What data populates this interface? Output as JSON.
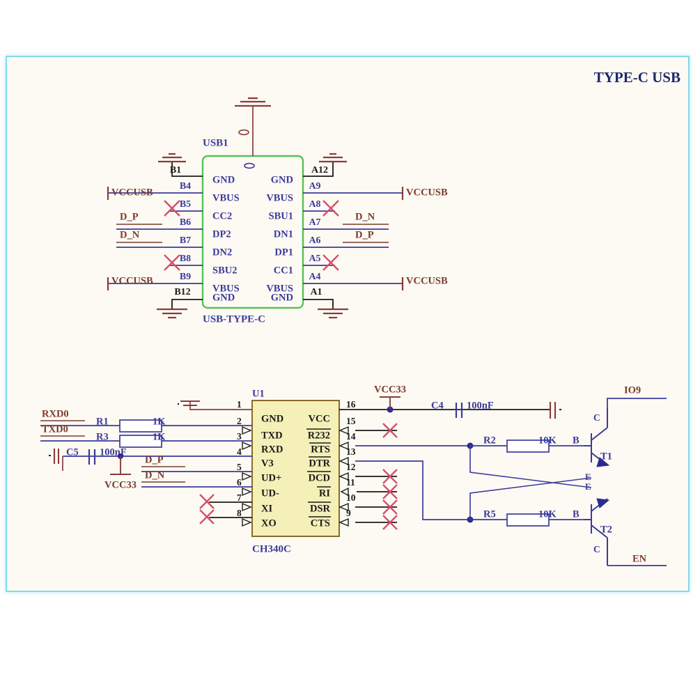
{
  "sheet": {
    "title": "TYPE-C USB",
    "background": "#fdfaf3",
    "border_color": "#7fdbe8",
    "title_color": "#1b2a6b"
  },
  "colors": {
    "wire_blue": "#3a3a9c",
    "wire_black": "#1a1a1a",
    "wire_maroon": "#8b3a3a",
    "pin_label": "#3a3a9c",
    "net_label": "#7a3b2e",
    "ic_fill": "#f5f0b8",
    "ic_stroke": "#8a6a2a",
    "conn_stroke": "#56c156",
    "conn_fill": "#fdfaf3",
    "nc_cross": "#d4506a",
    "res_stroke": "#3a3a9c",
    "res_fill": "#ffffff",
    "junction": "#2b2b8f"
  },
  "usb_connector": {
    "refdes": "USB1",
    "part": "USB-TYPE-C",
    "shield_net": "GND",
    "left_rows": [
      {
        "pin": "B1",
        "name": "GND",
        "net": "GND",
        "nc": false,
        "style": "gnd-top"
      },
      {
        "pin": "B4",
        "name": "VBUS",
        "net": "VCCUSB",
        "nc": false,
        "style": "net"
      },
      {
        "pin": "B5",
        "name": "CC2",
        "net": "",
        "nc": true,
        "style": "nc"
      },
      {
        "pin": "B6",
        "name": "DP2",
        "net": "D_P",
        "nc": false,
        "style": "net"
      },
      {
        "pin": "B7",
        "name": "DN2",
        "net": "D_N",
        "nc": false,
        "style": "net"
      },
      {
        "pin": "B8",
        "name": "SBU2",
        "net": "",
        "nc": true,
        "style": "nc"
      },
      {
        "pin": "B9",
        "name": "VBUS",
        "net": "VCCUSB",
        "nc": false,
        "style": "net"
      },
      {
        "pin": "B12",
        "name": "GND",
        "net": "GND",
        "nc": false,
        "style": "gnd-bot"
      }
    ],
    "right_rows": [
      {
        "pin": "A12",
        "name": "GND",
        "net": "GND",
        "nc": false,
        "style": "gnd-top"
      },
      {
        "pin": "A9",
        "name": "VBUS",
        "net": "VCCUSB",
        "nc": false,
        "style": "net"
      },
      {
        "pin": "A8",
        "name": "SBU1",
        "net": "",
        "nc": true,
        "style": "nc"
      },
      {
        "pin": "A7",
        "name": "DN1",
        "net": "D_N",
        "nc": false,
        "style": "net"
      },
      {
        "pin": "A6",
        "name": "DP1",
        "net": "D_P",
        "nc": false,
        "style": "net"
      },
      {
        "pin": "A5",
        "name": "CC1",
        "net": "",
        "nc": true,
        "style": "nc"
      },
      {
        "pin": "A4",
        "name": "VBUS",
        "net": "VCCUSB",
        "nc": false,
        "style": "net"
      },
      {
        "pin": "A1",
        "name": "GND",
        "net": "GND",
        "nc": false,
        "style": "gnd-bot"
      }
    ]
  },
  "ch340": {
    "refdes": "U1",
    "part": "CH340C",
    "left_pins": [
      {
        "num": "1",
        "name": "GND",
        "arrow": false
      },
      {
        "num": "2",
        "name": "TXD",
        "arrow": true
      },
      {
        "num": "3",
        "name": "RXD",
        "arrow": true
      },
      {
        "num": "4",
        "name": "V3",
        "arrow": false
      },
      {
        "num": "5",
        "name": "UD+",
        "arrow": true
      },
      {
        "num": "6",
        "name": "UD-",
        "arrow": true
      },
      {
        "num": "7",
        "name": "XI",
        "arrow": true
      },
      {
        "num": "8",
        "name": "XO",
        "arrow": true
      }
    ],
    "right_pins": [
      {
        "num": "16",
        "name": "VCC",
        "bar": false,
        "arrow": false,
        "nc": false
      },
      {
        "num": "15",
        "name": "R232",
        "bar": true,
        "arrow": true,
        "nc": true
      },
      {
        "num": "14",
        "name": "RTS",
        "bar": true,
        "arrow": true,
        "nc": false
      },
      {
        "num": "13",
        "name": "DTR",
        "bar": true,
        "arrow": true,
        "nc": false
      },
      {
        "num": "12",
        "name": "DCD",
        "bar": true,
        "arrow": true,
        "nc": true
      },
      {
        "num": "11",
        "name": "RI",
        "bar": true,
        "arrow": true,
        "nc": true
      },
      {
        "num": "10",
        "name": "DSR",
        "bar": true,
        "arrow": true,
        "nc": true
      },
      {
        "num": "9",
        "name": "CTS",
        "bar": true,
        "arrow": true,
        "nc": true
      }
    ]
  },
  "nets": {
    "vccusb": "VCCUSB",
    "vcc33": "VCC33",
    "d_p": "D_P",
    "d_n": "D_N",
    "rxd0": "RXD0",
    "txd0": "TXD0",
    "io9": "IO9",
    "en": "EN"
  },
  "resistors": [
    {
      "refdes": "R1",
      "value": "1K"
    },
    {
      "refdes": "R3",
      "value": "1K"
    },
    {
      "refdes": "R2",
      "value": "10K"
    },
    {
      "refdes": "R5",
      "value": "10K"
    }
  ],
  "capacitors": [
    {
      "refdes": "C5",
      "value": "100nF"
    },
    {
      "refdes": "C4",
      "value": "100nF"
    }
  ],
  "transistors": [
    {
      "refdes": "T1",
      "base": "B",
      "collector": "C",
      "emitter": "E",
      "out_net": "IO9"
    },
    {
      "refdes": "T2",
      "base": "B",
      "collector": "C",
      "emitter": "E",
      "out_net": "EN"
    }
  ]
}
